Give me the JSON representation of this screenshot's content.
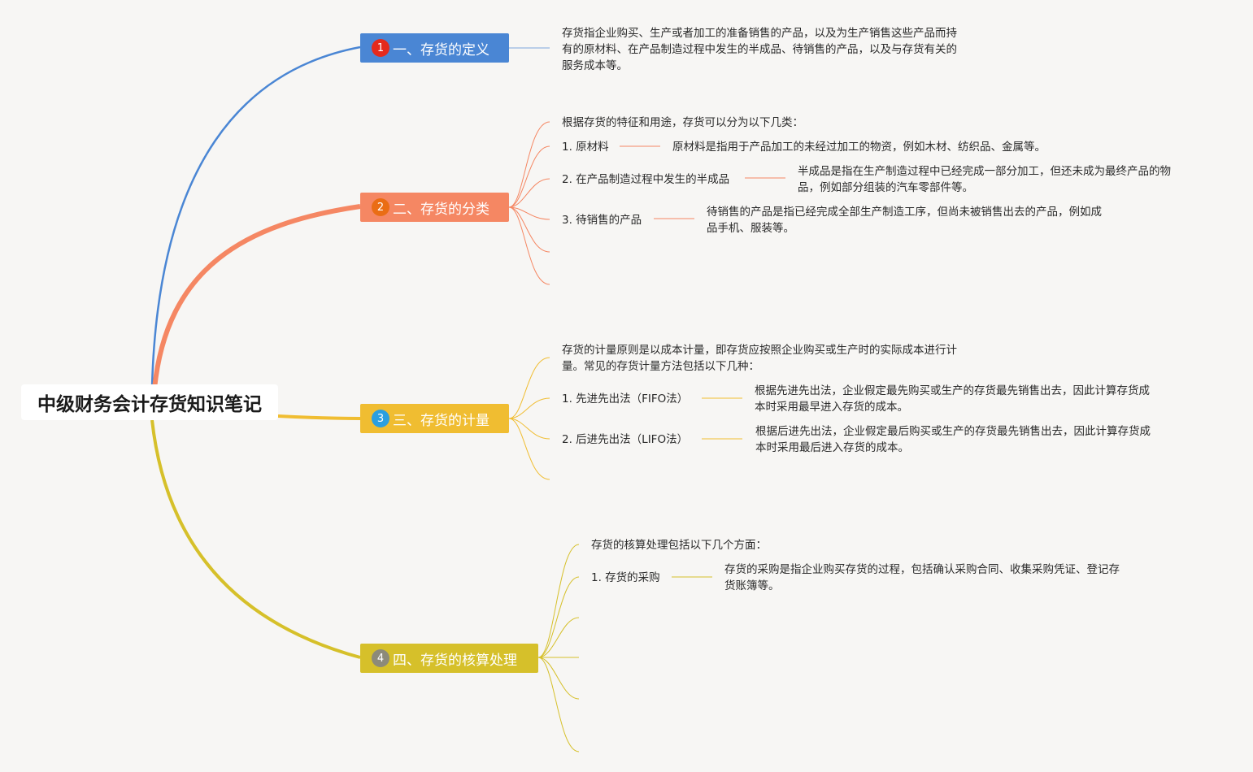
{
  "root": {
    "title": "中级财务会计存货知识笔记"
  },
  "colors": {
    "blue": "#4a86d4",
    "orange": "#f58763",
    "amber": "#f0bd31",
    "olive": "#d6c02a",
    "badge_red": "#e42a1c",
    "badge_orange": "#ea6d14",
    "badge_blue": "#2b9fe0",
    "badge_gray": "#8c8a7a"
  },
  "branches": [
    {
      "badge": "1",
      "label": "一、存货的定义",
      "text": "存货指企业购买、生产或者加工的准备销售的产品，以及为生产销售这些产品而持有的原材料、在产品制造过程中发生的半成品、待销售的产品，以及与存货有关的服务成本等。"
    },
    {
      "badge": "2",
      "label": "二、存货的分类",
      "intro": "根据存货的特征和用途，存货可以分为以下几类：",
      "items": [
        {
          "label": "1. 原材料",
          "desc": "原材料是指用于产品加工的未经过加工的物资，例如木材、纺织品、金属等。"
        },
        {
          "label": "2. 在产品制造过程中发生的半成品",
          "desc": "半成品是指在生产制造过程中已经完成一部分加工，但还未成为最终产品的物品，例如部分组装的汽车零部件等。"
        },
        {
          "label": "3. 待销售的产品",
          "desc": "待销售的产品是指已经完成全部生产制造工序，但尚未被销售出去的产品，例如成品手机、服装等。"
        }
      ]
    },
    {
      "badge": "3",
      "label": "三、存货的计量",
      "intro": "存货的计量原则是以成本计量，即存货应按照企业购买或生产时的实际成本进行计量。常见的存货计量方法包括以下几种：",
      "items": [
        {
          "label": "1. 先进先出法（FIFO法）",
          "desc": "根据先进先出法，企业假定最先购买或生产的存货最先销售出去，因此计算存货成本时采用最早进入存货的成本。"
        },
        {
          "label": "2. 后进先出法（LIFO法）",
          "desc": "根据后进先出法，企业假定最后购买或生产的存货最先销售出去，因此计算存货成本时采用最后进入存货的成本。"
        }
      ]
    },
    {
      "badge": "4",
      "label": "四、存货的核算处理",
      "intro": "存货的核算处理包括以下几个方面：",
      "items": [
        {
          "label": "1. 存货的采购",
          "desc": "存货的采购是指企业购买存货的过程，包括确认采购合同、收集采购凭证、登记存货账簿等。"
        }
      ]
    }
  ]
}
